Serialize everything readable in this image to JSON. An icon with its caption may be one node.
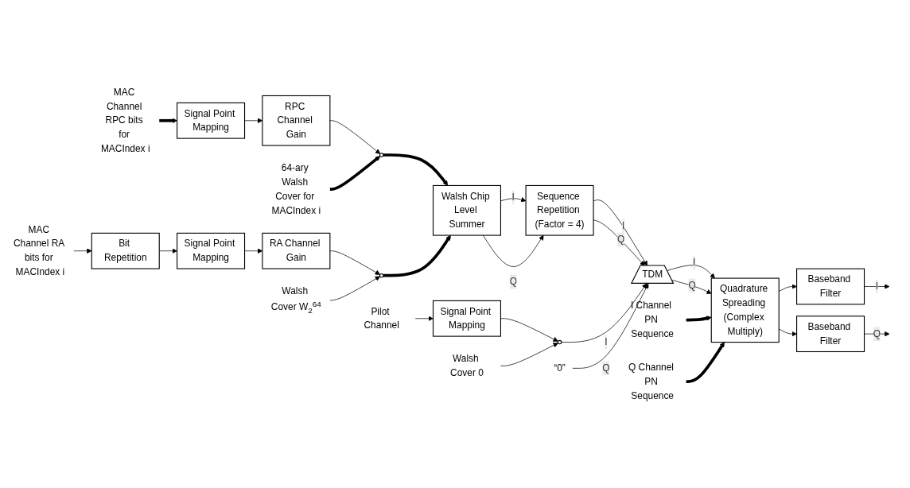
{
  "diagram": {
    "nodes": [
      {
        "text": [
          "MAC Channel RPC bits for MACIndex i"
        ]
      },
      {
        "text": [
          "Signal Point Mapping"
        ]
      },
      {
        "text": [
          "RPC Channel Gain"
        ]
      },
      {
        "text": [
          "64-ary Walsh Cover for MACIndex i"
        ]
      },
      {
        "text": [],
        "shape": "circle"
      },
      {
        "text": [
          "Walsh Chip Level Summer"
        ]
      },
      {
        "text": [
          "Sequence Repetition (Factor = 4)"
        ]
      },
      {
        "text": [
          "MAC Channel RA bits for MACIndex i"
        ]
      },
      {
        "text": [
          "Bit Repetition"
        ]
      },
      {
        "text": [
          "Signal Point Mapping"
        ]
      },
      {
        "text": [
          "RA Channel Gain"
        ]
      },
      {
        "text": [],
        "shape": "circle"
      },
      {
        "text": [
          "Walsh Cover W$_{2}$$^{64}$"
        ]
      },
      {
        "text": [
          "Pilot Channel"
        ]
      },
      {
        "text": [
          "Signal Point Mapping"
        ]
      },
      {
        "text": [],
        "shape": "circle"
      },
      {
        "text": [
          "Walsh Cover 0"
        ]
      },
      {
        "text": [
          "“0”"
        ]
      },
      {
        "text": [
          "TDM"
        ]
      },
      {
        "text": [
          "Quadrature Spreading (Complex Multiply)"
        ]
      },
      {
        "text": [
          "I Channel PN Sequence"
        ]
      },
      {
        "text": [
          "Q Channel PN Sequence"
        ]
      },
      {
        "text": [
          "Baseband Filter"
        ]
      },
      {
        "text": [
          "Baseband Filter"
        ]
      }
    ],
    "edges": [
      {
        "from": 0,
        "to": 1,
        "arrow": "to",
        "style": "thick"
      },
      {
        "from": 1,
        "to": 2,
        "arrow": "to"
      },
      {
        "from": 2,
        "to": 4,
        "arrow": "to"
      },
      {
        "from": 3,
        "to": 4,
        "arrow": "to",
        "style": "thick"
      },
      {
        "from": 4,
        "to": 5,
        "arrow": "to",
        "style": "thick"
      },
      {
        "from": 7,
        "to": 8,
        "arrow": "to"
      },
      {
        "from": 8,
        "to": 9,
        "arrow": "to"
      },
      {
        "from": 9,
        "to": 10,
        "arrow": "to"
      },
      {
        "from": 10,
        "to": 11,
        "arrow": "to"
      },
      {
        "from": 11,
        "to": 5,
        "arrow": "to",
        "style": "thick"
      },
      {
        "from": 12,
        "to": 11,
        "arrow": "to"
      },
      {
        "from": 5,
        "to": 6,
        "label": "I",
        "arrow": "to"
      },
      {
        "from": 5,
        "to": 6,
        "label": "Q",
        "arrow": "to"
      },
      {
        "from": 6,
        "to": 18,
        "label": "I",
        "arrow": "to"
      },
      {
        "from": 6,
        "to": 18,
        "label": "Q",
        "arrow": "to"
      },
      {
        "from": 13,
        "to": 14,
        "arrow": "to"
      },
      {
        "from": 14,
        "to": 15,
        "arrow": "to"
      },
      {
        "from": 16,
        "to": 15,
        "arrow": "to"
      },
      {
        "from": 15,
        "to": 18,
        "label": "I",
        "arrow": "to"
      },
      {
        "from": 17,
        "to": 18,
        "label": "Q",
        "arrow": "to"
      },
      {
        "from": 18,
        "to": 19,
        "label": "I",
        "arrow": "to"
      },
      {
        "from": 18,
        "to": 19,
        "label": "Q",
        "arrow": "to"
      },
      {
        "from": 20,
        "to": 19,
        "arrow": "to",
        "style": "thick"
      },
      {
        "from": 21,
        "to": 19,
        "arrow": "to",
        "style": "thick"
      },
      {
        "from": 19,
        "to": 22,
        "arrow": "to"
      },
      {
        "from": 19,
        "to": 23,
        "arrow": "to"
      },
      {
        "from": 22,
        "to": null,
        "label": "I",
        "arrow": "to"
      },
      {
        "from": 23,
        "to": null,
        "label": "Q",
        "arrow": "to"
      }
    ]
  }
}
